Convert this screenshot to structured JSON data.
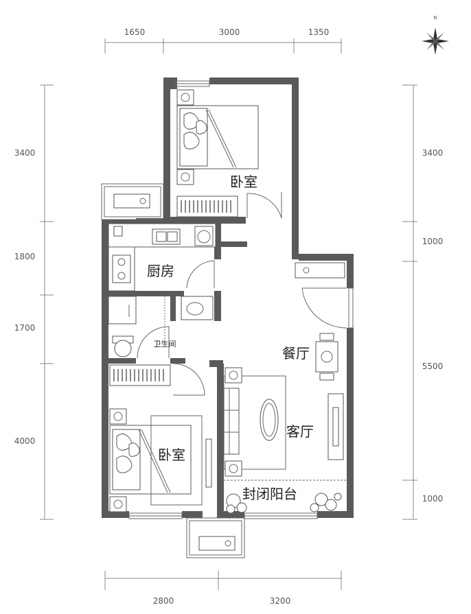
{
  "dimensions": {
    "top": [
      "1650",
      "3000",
      "1350"
    ],
    "bottom": [
      "2800",
      "3200"
    ],
    "left": [
      "3400",
      "1800",
      "1700",
      "4000"
    ],
    "right": [
      "3400",
      "1000",
      "5500",
      "1000"
    ]
  },
  "rooms": {
    "bedroom_top": "卧室",
    "kitchen": "厨房",
    "bathroom": "卫生间",
    "dining": "餐厅",
    "living": "客厅",
    "bedroom_bottom": "卧室",
    "balcony": "封闭阳台"
  },
  "compass": {
    "north": "N"
  }
}
